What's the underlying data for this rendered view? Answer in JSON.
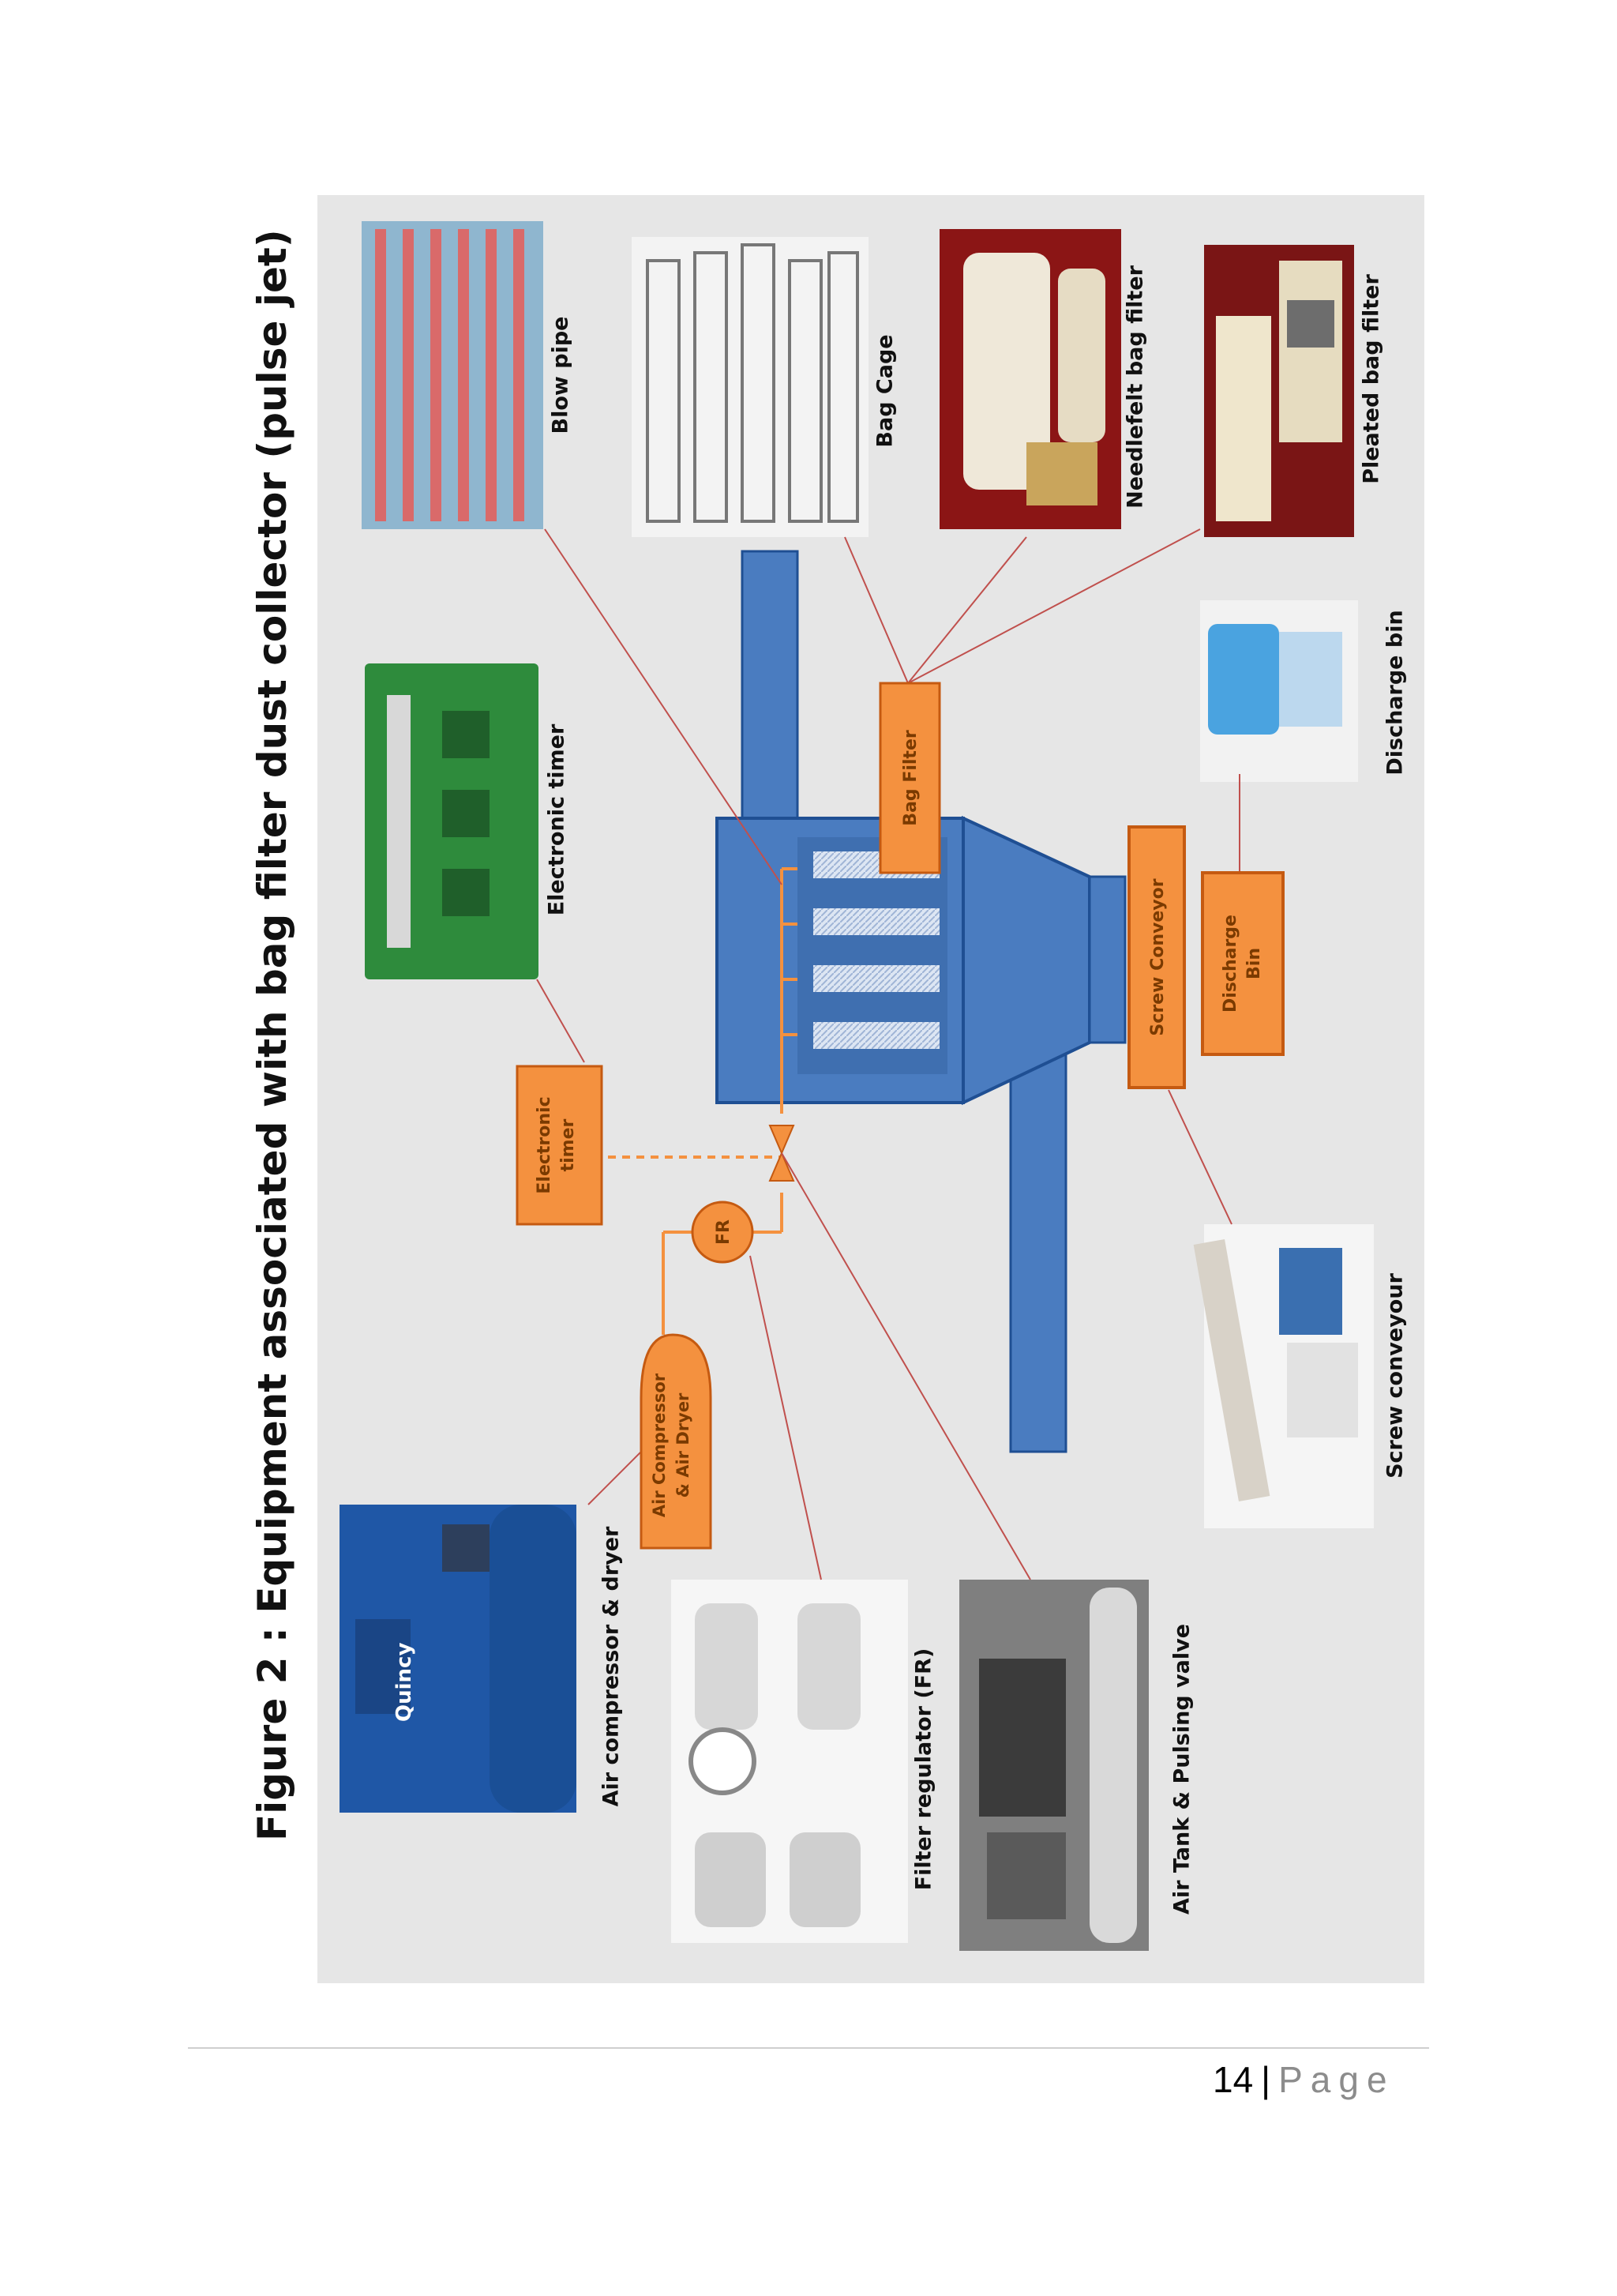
{
  "figure": {
    "title": "Figure 2 : Equipment associated with bag filter dust collector (pulse jet)",
    "photo_captions": {
      "blow_pipe": "Blow pipe",
      "electronic_timer": "Electronic timer",
      "bag_cage": "Bag Cage",
      "needlefelt_bag_filter": "Needlefelt bag filter",
      "pleated_bag_filter": "Pleated bag filter",
      "discharge_bin": "Discharge bin",
      "screw_conveyour": "Screw conveyour",
      "air_compressor_dryer": "Air compressor & dryer",
      "filter_regulator": "Filter regulator (FR)",
      "air_tank_pulsing_valve": "Air Tank & Pulsing valve"
    },
    "diagram_boxes": {
      "electronic_timer": [
        "Electronic",
        "timer"
      ],
      "fr": "FR",
      "air_compressor": [
        "Air Compressor",
        "& Air Dryer"
      ],
      "bag_filter": "Bag Filter",
      "screw_conveyor": "Screw Conveyor",
      "discharge_bin": [
        "Discharge",
        "Bin"
      ]
    },
    "photo_brand": "Quincy",
    "colors": {
      "panel_bg": "#e6e6e6",
      "duct_blue": "#4a7cc0",
      "duct_outline": "#1f4f93",
      "box_orange": "#f4913f",
      "box_outline": "#c55a11",
      "leader_line": "#c0504d"
    }
  },
  "footer": {
    "page_number": "14",
    "separator": "|",
    "page_label": "Page"
  }
}
